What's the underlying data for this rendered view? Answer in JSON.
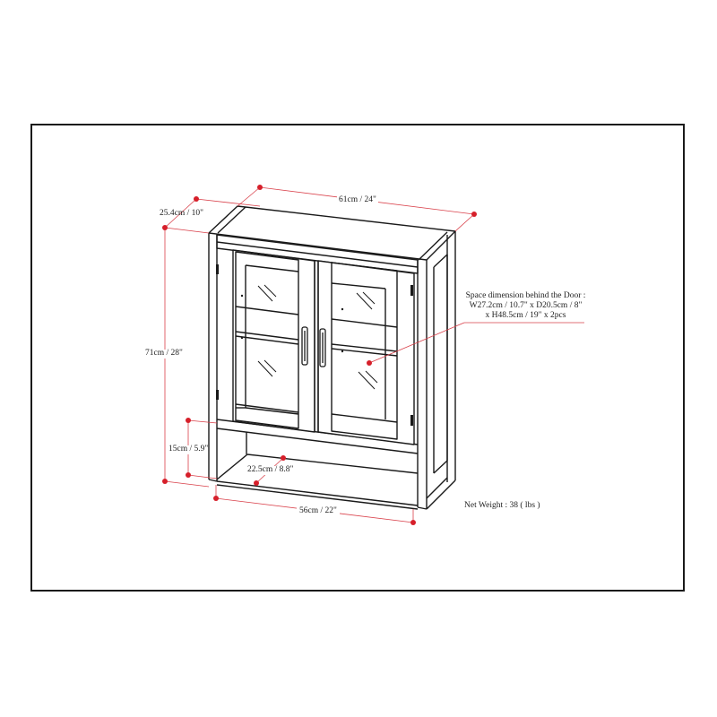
{
  "diagram": {
    "title": "Wall cabinet dimension drawing",
    "colors": {
      "line": "#1a1a1a",
      "dimension": "#d9404a",
      "dot": "#d61f2a",
      "frame": "#1a1a1a"
    },
    "dimensions": {
      "depth": "25.4cm / 10\"",
      "width_top": "61cm / 24\"",
      "height": "71cm / 28\"",
      "open_shelf_height": "15cm / 5.9\"",
      "open_shelf_depth": "22.5cm / 8.8\"",
      "width_bottom": "56cm / 22\""
    },
    "space_note": {
      "line1": "Space dimension behind the Door  :",
      "line2": "W27.2cm / 10.7\" x D20.5cm / 8\"",
      "line3": "x H48.5cm / 19\" x 2pcs"
    },
    "net_weight": "Net Weight : 38 ( lbs )"
  }
}
